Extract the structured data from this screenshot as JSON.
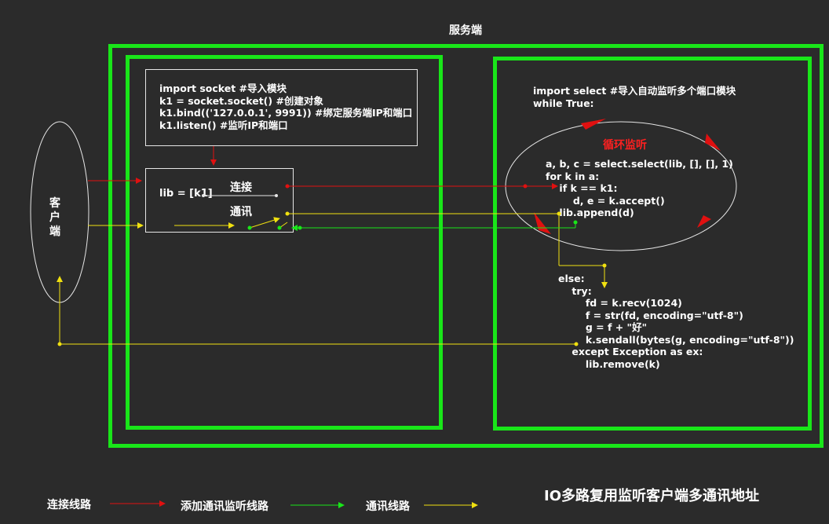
{
  "diagram": {
    "server_label": "服务端",
    "client_label": "客\n户\n端",
    "box1_code": "import socket #导入模块\nk1 = socket.socket() #创建对象\nk1.bind(('127.0.0.1', 9991)) #绑定服务端IP和端口\nk1.listen() #监听IP和端口",
    "lib_label": "lib = [k1]",
    "connect_label": "连接",
    "comm_label": "通讯",
    "select_code": "import select #导入自动监听多个端口模块\nwhile True:",
    "loop_title": "循环监听",
    "loop_code": "a, b, c = select.select(lib, [], [], 1)\nfor k in a:\n    if k == k1:\n        d, e = k.accept()\n    lib.append(d)",
    "else_code": "else:\n    try:\n        fd = k.recv(1024)\n        f = str(fd, encoding=\"utf-8\")\n        g = f + \"好\"\n        k.sendall(bytes(g, encoding=\"utf-8\"))\n    except Exception as ex:\n        lib.remove(k)"
  },
  "legend": {
    "connect_line": "连接线路",
    "add_monitor_line": "添加通讯监听线路",
    "comm_line": "通讯线路",
    "colors": {
      "connect": "#e01010",
      "add_monitor": "#19e619",
      "comm": "#f0e010"
    }
  },
  "title": "IO多路复用监听客户端多通讯地址"
}
